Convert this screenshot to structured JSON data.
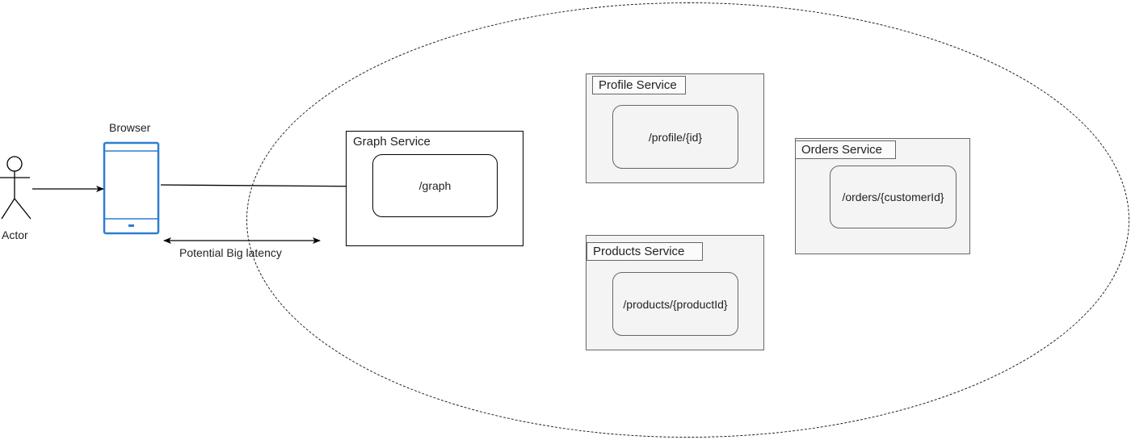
{
  "actor": {
    "label": "Actor"
  },
  "browser": {
    "label": "Browser"
  },
  "latency": {
    "label": "Potential Big latency"
  },
  "graph_service": {
    "title": "Graph Service",
    "endpoint": "/graph"
  },
  "services": {
    "profile": {
      "title": "Profile Service",
      "endpoint": "/profile/{id}"
    },
    "products": {
      "title": "Products Service",
      "endpoint": "/products/{productId}"
    },
    "orders": {
      "title": "Orders Service",
      "endpoint": "/orders/{customerId}"
    }
  },
  "colors": {
    "line": "#000000",
    "device": "#2f7dd1",
    "service_fill": "#f4f4f4",
    "service_border": "#666666"
  },
  "icons": {
    "actor": "stick-figure-icon",
    "browser": "mobile-device-icon"
  }
}
